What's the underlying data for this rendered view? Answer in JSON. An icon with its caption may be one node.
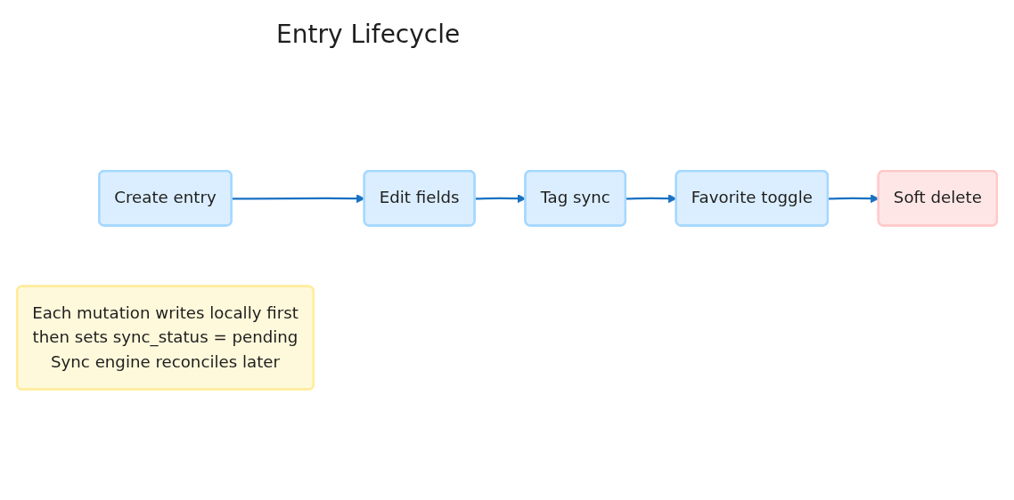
{
  "diagram": {
    "title": "Entry Lifecycle",
    "nodes": [
      {
        "text": [
          "Create entry"
        ]
      },
      {
        "text": [
          "Edit fields"
        ]
      },
      {
        "text": [
          "Tag sync"
        ]
      },
      {
        "text": [
          "Favorite toggle"
        ]
      },
      {
        "text": [
          "Soft delete"
        ]
      },
      {
        "text": [
          "Each mutation writes locally first",
          "then sets sync_status = pending",
          "Sync engine reconciles later"
        ]
      }
    ],
    "edges": [
      {
        "from": 0,
        "to": 1,
        "arrow": "to"
      },
      {
        "from": 1,
        "to": 2,
        "arrow": "to"
      },
      {
        "from": 2,
        "to": 3,
        "arrow": "to"
      },
      {
        "from": 3,
        "to": 4,
        "arrow": "to"
      }
    ]
  }
}
